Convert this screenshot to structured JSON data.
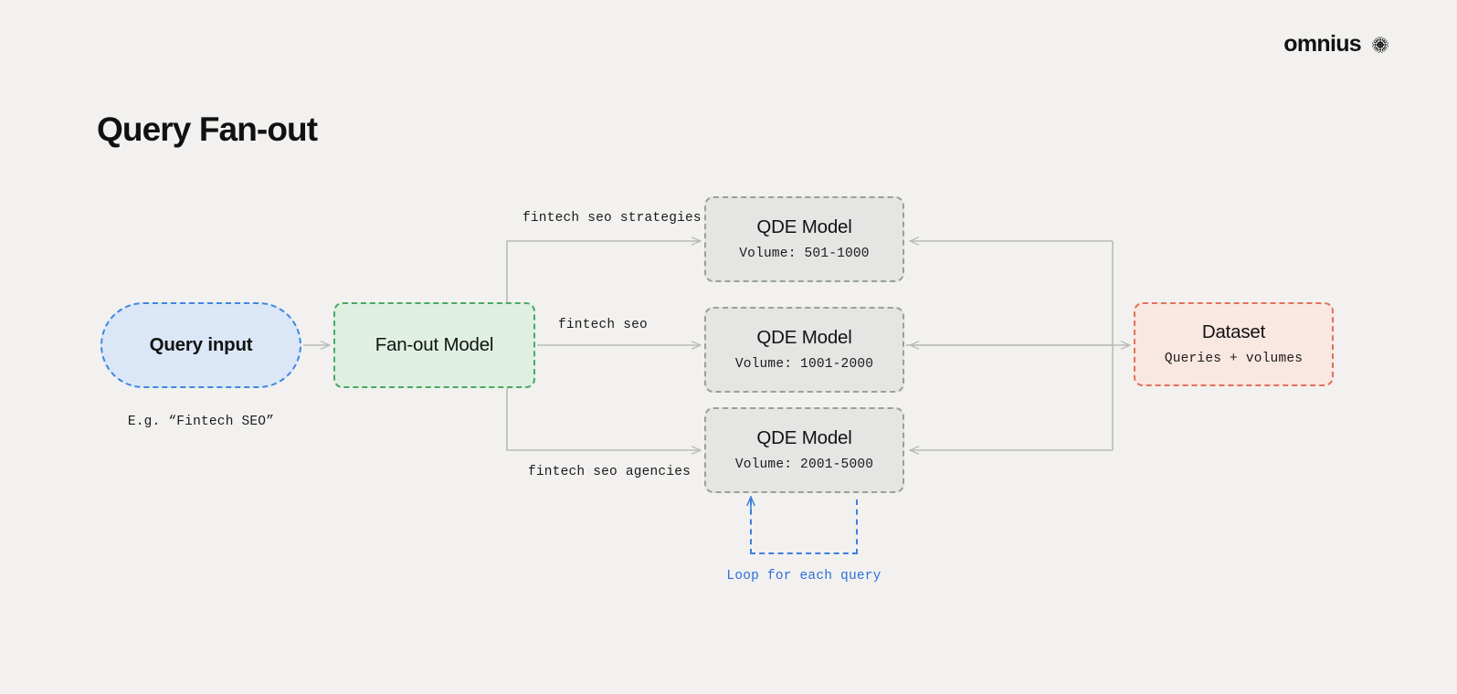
{
  "header": {
    "logo_text": "omnius",
    "logo_mark_name": "dotted-circle-mark"
  },
  "page": {
    "title": "Query Fan-out",
    "background_color": "#f2f1ef"
  },
  "diagram": {
    "type": "flowchart",
    "nodes": [
      {
        "id": "query-input",
        "title": "Query input",
        "subtitle": "",
        "caption": "E.g. “Fintech SEO”",
        "shape": "pill",
        "fill": "#dbe7f7",
        "border": "#3f87e0"
      },
      {
        "id": "fanout-model",
        "title": "Fan-out Model",
        "subtitle": "",
        "shape": "rounded-rect",
        "fill": "#dff0e2",
        "border": "#4aa863"
      },
      {
        "id": "qde-model-1",
        "title": "QDE Model",
        "subtitle": "Volume: 501-1000",
        "shape": "rounded-rect",
        "fill": "#e5e6e4",
        "border": "#9aa09c"
      },
      {
        "id": "qde-model-2",
        "title": "QDE Model",
        "subtitle": "Volume: 1001-2000",
        "shape": "rounded-rect",
        "fill": "#e5e6e4",
        "border": "#9aa09c"
      },
      {
        "id": "qde-model-3",
        "title": "QDE Model",
        "subtitle": "Volume: 2001-5000",
        "shape": "rounded-rect",
        "fill": "#e5e6e4",
        "border": "#9aa09c"
      },
      {
        "id": "dataset",
        "title": "Dataset",
        "subtitle": "Queries + volumes",
        "shape": "rounded-rect",
        "fill": "#f9e7e2",
        "border": "#e2715a"
      }
    ],
    "edge_labels": [
      "fintech seo strategies",
      "fintech seo",
      "fintech seo agencies"
    ],
    "loop": {
      "label": "Loop for each query",
      "color": "#2f6fd6"
    },
    "edge_color": "#b9bbb7"
  }
}
